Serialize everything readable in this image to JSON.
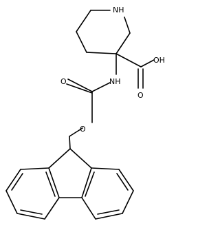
{
  "molecule": {
    "atoms": {
      "amine_nh": "NH",
      "carbamate_nh": "NH",
      "carbonyl_o_acid": "O",
      "hydroxyl": "OH",
      "carbonyl_o_carbamate": "O",
      "ester_o": "O"
    },
    "colors": {
      "bond": "#000000",
      "label": "#000000",
      "background": "#ffffff"
    }
  }
}
